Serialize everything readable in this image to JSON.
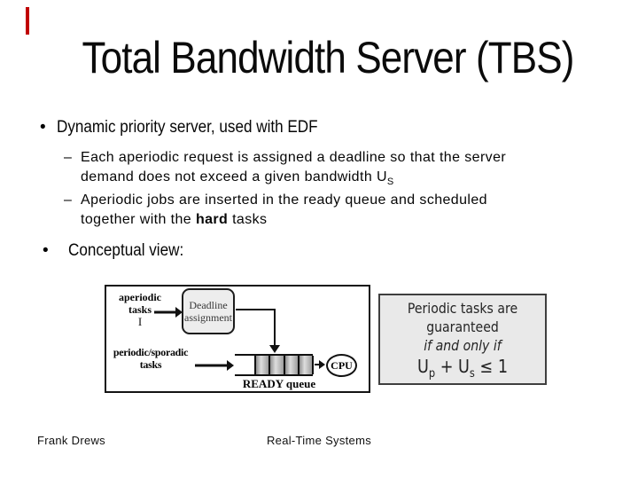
{
  "accent": {
    "color": "#c00000"
  },
  "slide": {
    "title": "Total Bandwidth Server (TBS)"
  },
  "bullets": {
    "b1_marker": "•",
    "b1": "Dynamic priority server, used with EDF",
    "sub_marker": "–",
    "sub1_line1": "Each aperiodic request is assigned a deadline so that the server",
    "sub1_line2_pre": "demand does not exceed a given bandwidth U",
    "sub1_line2_sub": "S",
    "sub2_line1": "Aperiodic jobs are inserted in the ready queue and scheduled",
    "sub2_line2_pre": "together with the ",
    "sub2_line2_bold": "hard",
    "sub2_line2_post": " tasks",
    "b2_marker": "•",
    "b2": "Conceptual view:"
  },
  "diagram": {
    "aperiodic_line1": "aperiodic",
    "aperiodic_line2": "tasks",
    "arrival_glyph": "I",
    "deadline_line1": "Deadline",
    "deadline_line2": "assignment",
    "periodic_line1": "periodic/sporadic",
    "periodic_line2": "tasks",
    "ready_label": "READY queue",
    "cpu_label": "CPU"
  },
  "panel": {
    "line1": "Periodic tasks are",
    "line2": "guaranteed",
    "line3": "if and only if",
    "formula_u1": "U",
    "formula_sub1": "p",
    "formula_mid": " + U",
    "formula_sub2": "s",
    "formula_end": " ≤ 1"
  },
  "footer": {
    "left": "Frank Drews",
    "center": "Real-Time Systems"
  }
}
